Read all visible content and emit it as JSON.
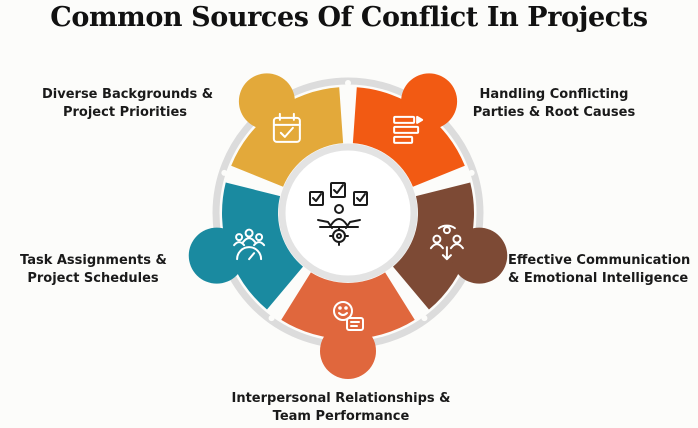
{
  "title": "Common Sources Of Conflict In Projects",
  "center": {
    "icon": "checklist-person-gear-icon"
  },
  "segments": [
    {
      "line1": "Diverse Backgrounds &",
      "line2": "Project Priorities",
      "color": "#f25a13",
      "icon": "list-priorities-icon"
    },
    {
      "line1": "Handling Conflicting",
      "line2": "Parties & Root Causes",
      "color": "#7d4a35",
      "icon": "conflicting-parties-icon"
    },
    {
      "line1": "Effective Communication",
      "line2": "& Emotional Intelligence",
      "color": "#e0673d",
      "icon": "chat-emotion-icon"
    },
    {
      "line1": "Interpersonal Relationships &",
      "line2": "Team Performance",
      "color": "#1a8aa0",
      "icon": "team-performance-icon"
    },
    {
      "line1": "Task Assignments &",
      "line2": "Project Schedules",
      "color": "#e3a93a",
      "icon": "calendar-check-icon"
    }
  ]
}
